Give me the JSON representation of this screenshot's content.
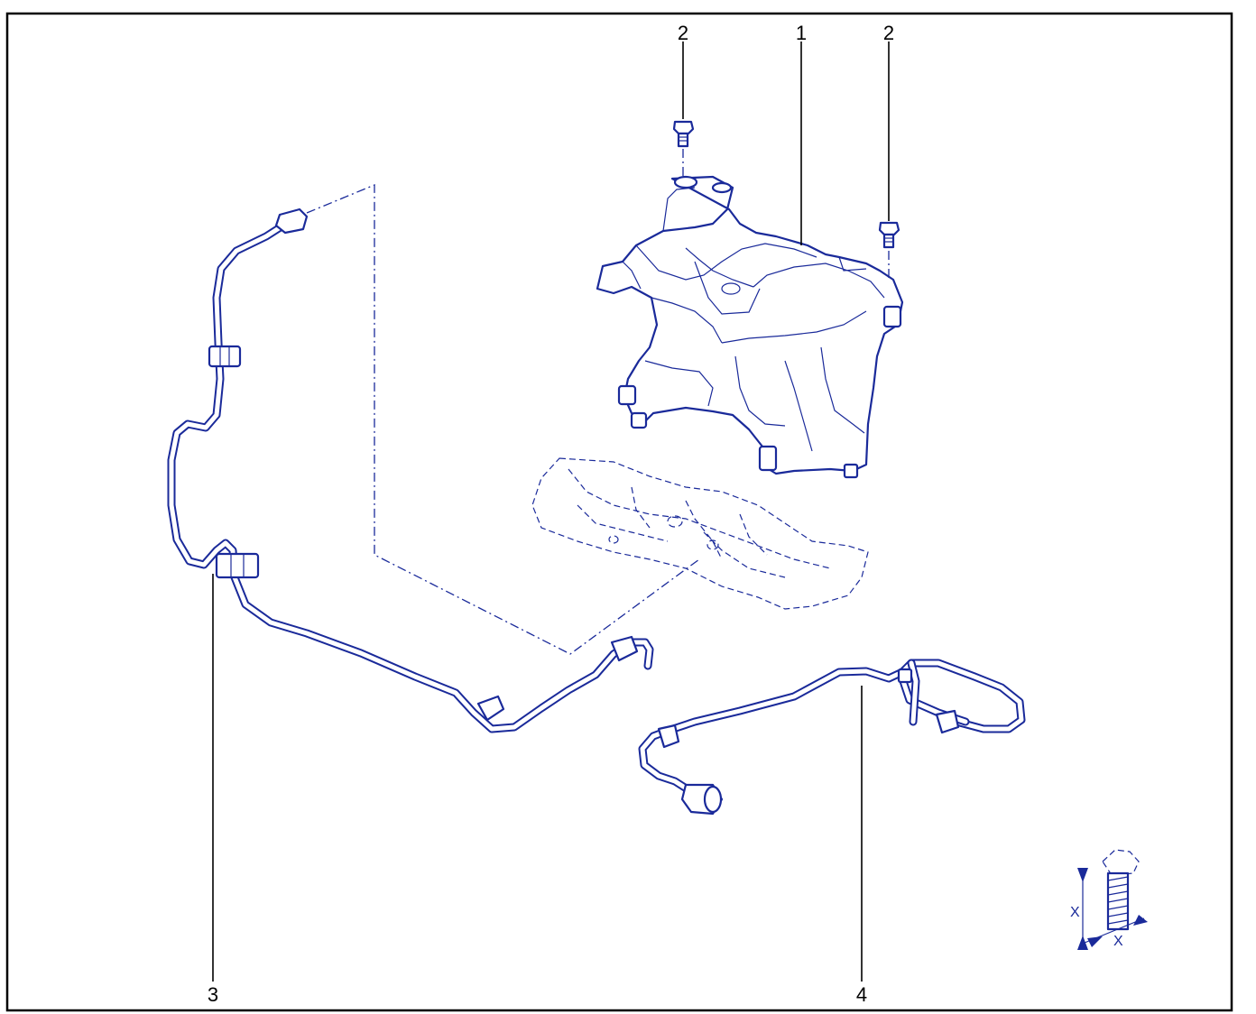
{
  "callouts": {
    "label_1": "1",
    "label_2a": "2",
    "label_2b": "2",
    "label_3": "3",
    "label_4": "4"
  },
  "torque_symbol": {
    "x_left": "X",
    "x_right": "X"
  },
  "colors": {
    "line_art": "#1a2a9a",
    "frame": "#000000",
    "background": "#ffffff"
  }
}
